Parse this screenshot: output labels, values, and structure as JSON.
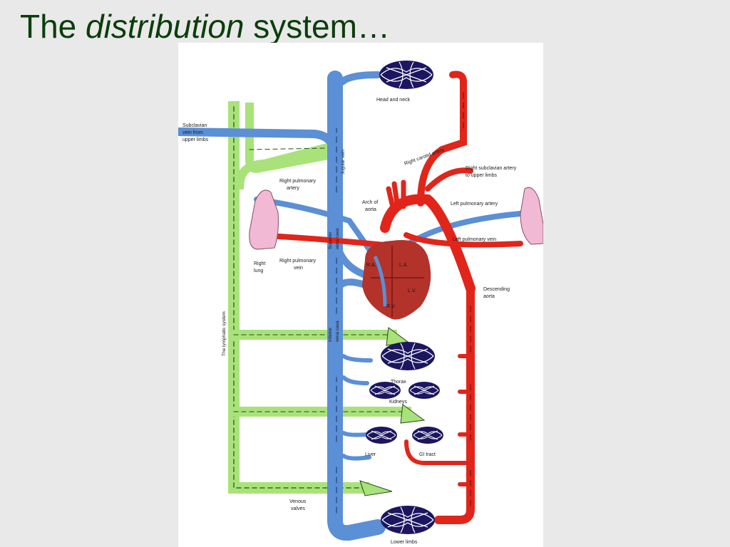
{
  "colors": {
    "background": "#e9e9e9",
    "title": "#0b3d0b",
    "vein": "#5b8fd6",
    "artery": "#e1251b",
    "lymph": "#a9e27a",
    "capillary": "#1c1660",
    "heart": "#b3322a",
    "lung": "#f1b9d3"
  },
  "slide": {
    "title_prefix": "The ",
    "title_italic": "distribution",
    "title_suffix": " system…"
  },
  "diagram": {
    "labels": {
      "head_neck": "Head and neck",
      "subclavian_vein_1": "Subclavian",
      "subclavian_vein_2": "vein from",
      "subclavian_vein_3": "upper limbs",
      "jugular_vein": "Jugular vein",
      "right_carotid": "Right carotid artery",
      "right_subclavian_1": "Right subclavian artery",
      "right_subclavian_2": "to upper limbs",
      "right_pulm_artery_1": "Right pulmonary",
      "right_pulm_artery_2": "artery",
      "arch_aorta_1": "Arch of",
      "arch_aorta_2": "aorta",
      "left_pulm_artery": "Left pulmonary artery",
      "left_pulm_vein": "Left pulmonary vein",
      "superior_vena_cava_1": "Superior",
      "superior_vena_cava_2": "vena cava",
      "right_lung_1": "Right",
      "right_lung_2": "lung",
      "right_pulm_vein_1": "Right pulmonary",
      "right_pulm_vein_2": "vein",
      "ra": "R.A.",
      "la": "L.A.",
      "rv": "R.V.",
      "lv": "L.V.",
      "descending_aorta_1": "Descending",
      "descending_aorta_2": "aorta",
      "lymphatic_system": "The lymphatic system",
      "inferior_vena_cava_1": "Inferior",
      "inferior_vena_cava_2": "vena cava",
      "thorax": "Thorax",
      "kidneys": "Kidneys",
      "liver": "Liver",
      "gi_tract": "GI tract",
      "venous_valves_1": "Venous",
      "venous_valves_2": "valves",
      "lower_limbs": "Lower limbs"
    }
  }
}
